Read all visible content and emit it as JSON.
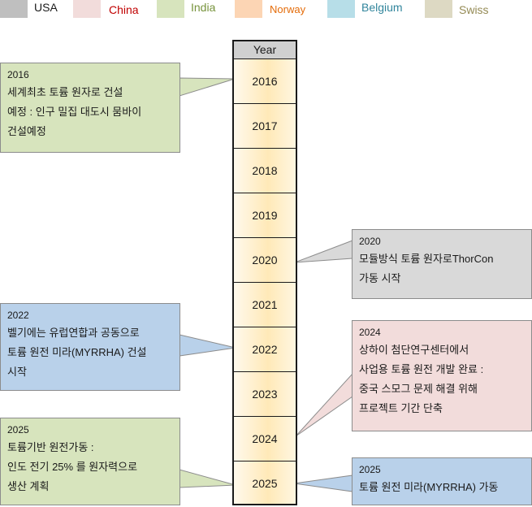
{
  "legend": [
    {
      "label": "USA",
      "swatch": "#bfbfbf",
      "text_color": "#1a1a1a"
    },
    {
      "label": "China",
      "swatch": "#f2dcdb",
      "text_color": "#c00000"
    },
    {
      "label": "India",
      "swatch": "#d7e4bd",
      "text_color": "#77933c"
    },
    {
      "label": "Norway",
      "swatch": "#fcd5b4",
      "text_color": "#e46c0a"
    },
    {
      "label": "Belgium",
      "swatch": "#b7dee8",
      "text_color": "#31859c"
    },
    {
      "label": "Swiss",
      "swatch": "#ddd9c3",
      "text_color": "#948a54"
    }
  ],
  "timeline": {
    "header": "Year",
    "years": [
      "2016",
      "2017",
      "2018",
      "2019",
      "2020",
      "2021",
      "2022",
      "2023",
      "2024",
      "2025"
    ]
  },
  "callouts": [
    {
      "year": "2016",
      "lines": [
        "세계최초 토륨 원자로 건설",
        "예정 : 인구 밀집 대도시 뭄바이",
        "건설예정"
      ]
    },
    {
      "year": "2020",
      "lines": [
        "모듈방식 토륨 원자로ThorCon",
        "가동 시작"
      ]
    },
    {
      "year": "2022",
      "lines": [
        "벨기에는 유럽연합과 공동으로",
        "토륨 원전 미라(MYRRHA) 건설",
        "시작"
      ]
    },
    {
      "year": "2024",
      "lines": [
        "상하이 첨단연구센터에서",
        "사업용 토륨 원전 개발 완료 :",
        "중국 스모그 문제 해결 위해",
        "프로젝트 기간 단축"
      ]
    },
    {
      "year": "2025",
      "lines": [
        "토륨기반 원전가동 :",
        "인도 전기 25% 를 원자력으로",
        "생산 계획"
      ]
    },
    {
      "year": "2025",
      "lines": [
        "토륨 원전 미라(MYRRHA) 가동"
      ]
    }
  ]
}
